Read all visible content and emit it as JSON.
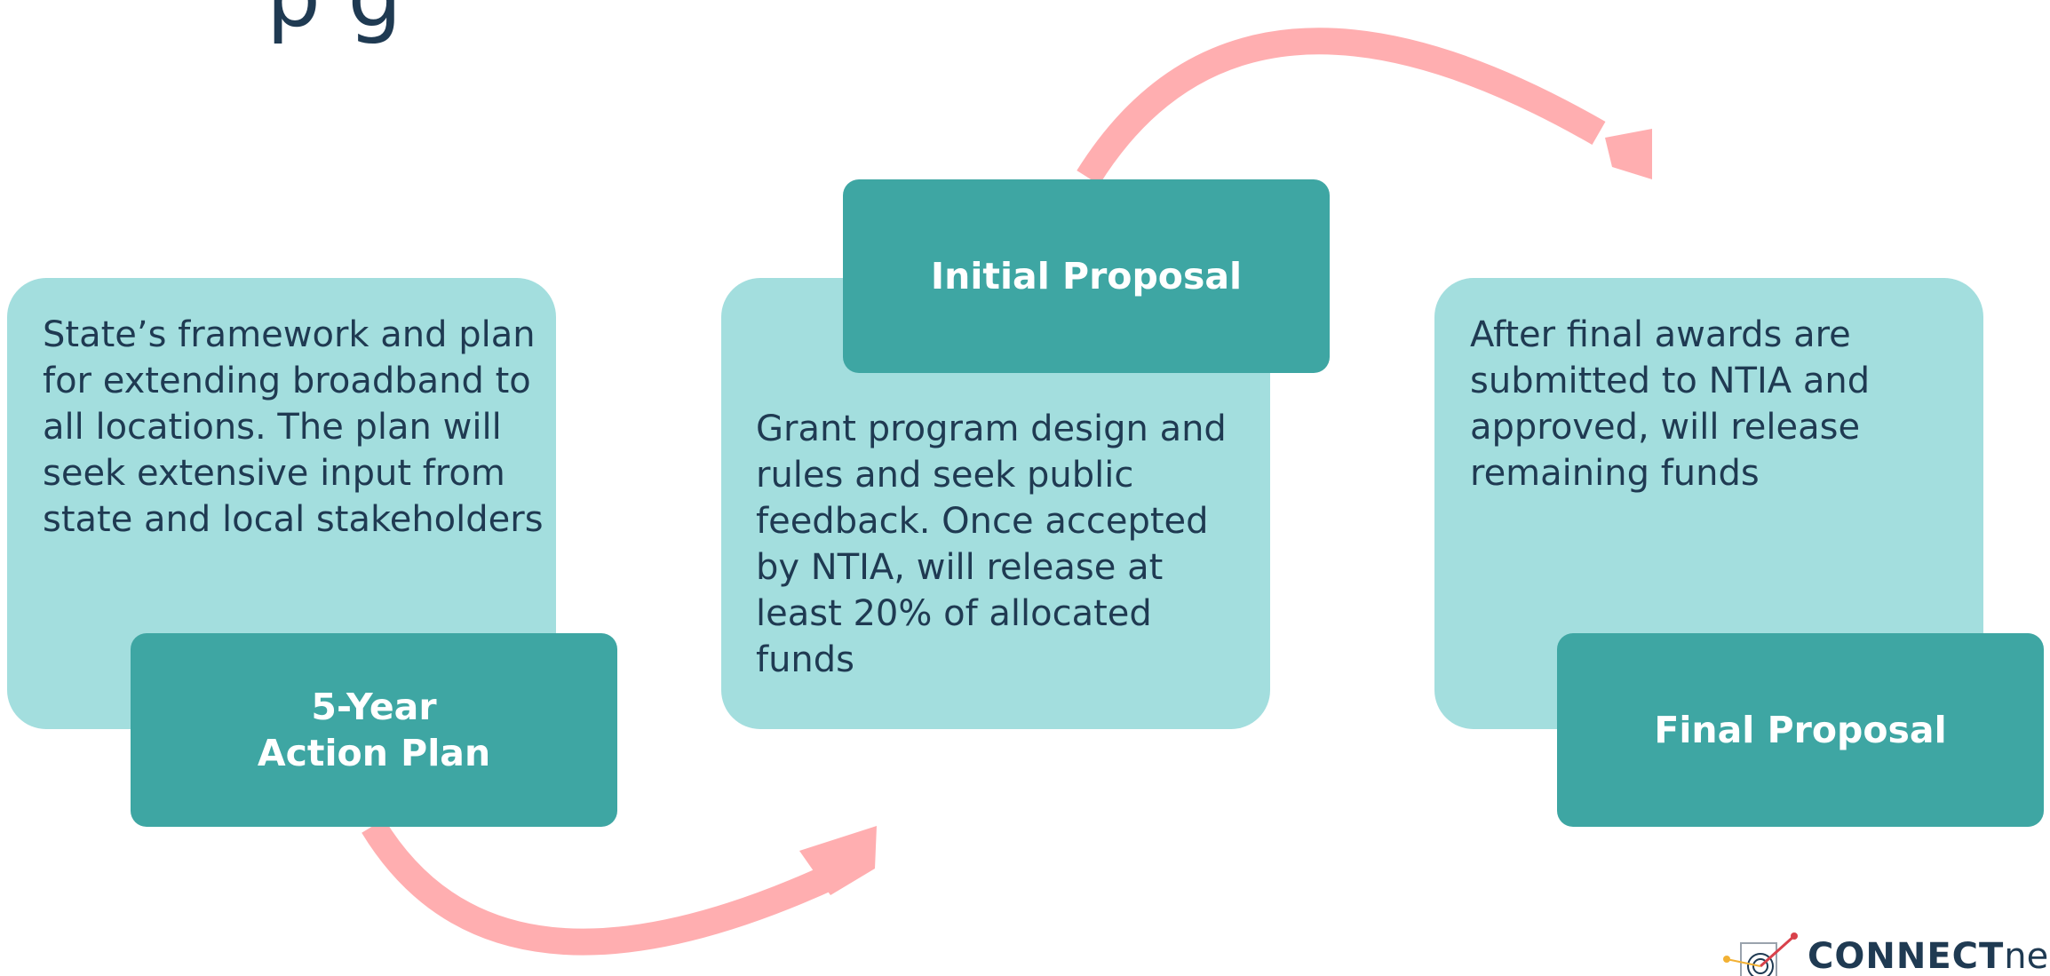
{
  "title_fragment": "p                  g",
  "steps": [
    {
      "label_lines": [
        "5-Year",
        "Action Plan"
      ],
      "description": "State’s framework and plan for extending broadband to all locations. The plan will seek extensive input from state and local stakeholders"
    },
    {
      "label_lines": [
        "Initial Proposal"
      ],
      "description": "Grant program design and rules and seek public feedback. Once accepted by NTIA, will release at least 20% of allocated funds"
    },
    {
      "label_lines": [
        "Final Proposal"
      ],
      "description": "After final awards are submitted to NTIA and approved, will release remaining funds"
    }
  ],
  "logo": {
    "bold": "CONNECT",
    "light": "new m"
  },
  "colors": {
    "panel": "#a3dede",
    "label": "#3ea6a3",
    "arrow": "#ffaeb0",
    "text": "#1f3a52"
  }
}
